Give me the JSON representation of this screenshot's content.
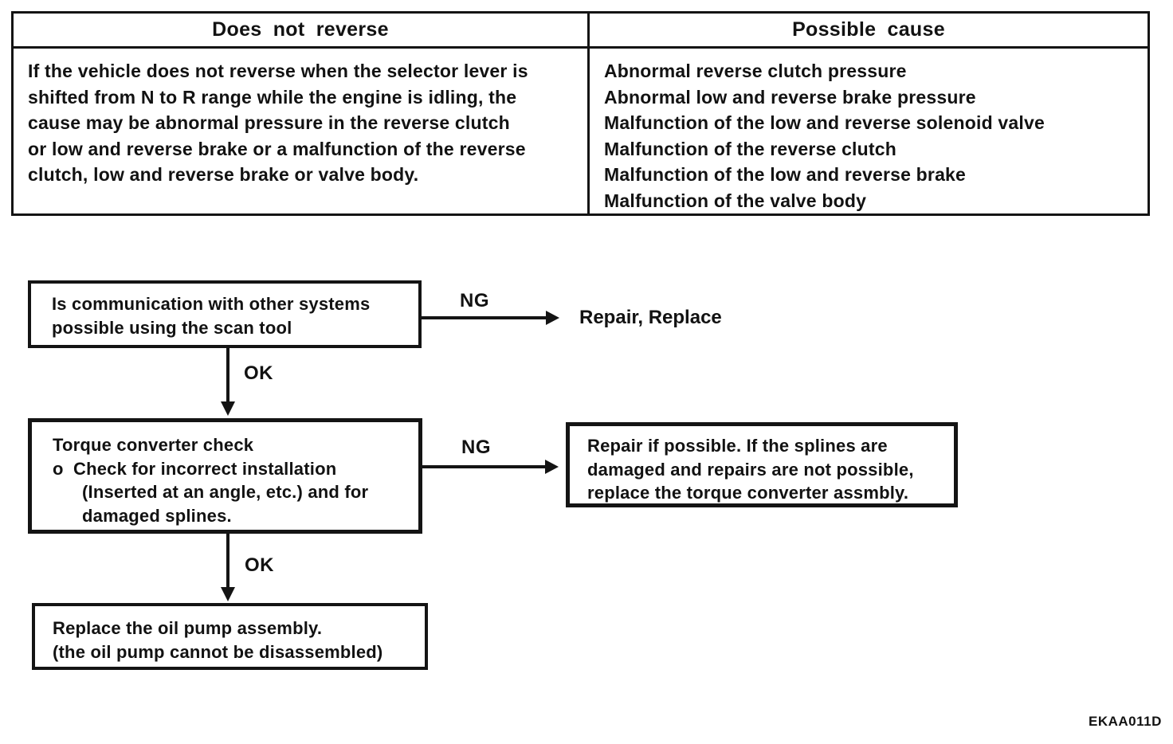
{
  "page": {
    "figure_code": "EKAA011D",
    "ink_color": "#141414",
    "background_color": "#ffffff"
  },
  "symptom_table": {
    "columns": [
      "Does not reverse",
      "Possible cause"
    ],
    "symptom_description": "If the vehicle does not reverse when the selector lever is\nshifted from N to R range while the engine is idling, the\ncause may be abnormal pressure in the reverse clutch\nor low and reverse brake or a malfunction of the reverse\nclutch, low and reverse brake or valve body.",
    "possible_causes": [
      "Abnormal reverse clutch pressure",
      "Abnormal low and reverse brake pressure",
      "Malfunction of the low and reverse solenoid valve",
      "Malfunction of the reverse clutch",
      "Malfunction of the low and reverse brake",
      "Malfunction of the valve body"
    ]
  },
  "flowchart": {
    "scan_tool_check": {
      "text": "Is communication with other systems\npossible using the scan tool",
      "ng_label": "NG",
      "ng_outcome": "Repair, Replace",
      "ok_label": "OK"
    },
    "torque_converter_check": {
      "title": "Torque converter check",
      "bullet_marker": "o",
      "bullet_lines": [
        "Check for incorrect installation",
        "(Inserted at an angle, etc.) and for",
        "damaged splines."
      ],
      "ng_label": "NG",
      "ok_label": "OK"
    },
    "torque_converter_repair": {
      "text": "Repair if possible. If the splines are\ndamaged and repairs are not possible,\nreplace the torque converter assmbly."
    },
    "oil_pump_replace": {
      "text": "Replace the oil pump assembly.\n(the oil pump cannot be disassembled)"
    }
  }
}
